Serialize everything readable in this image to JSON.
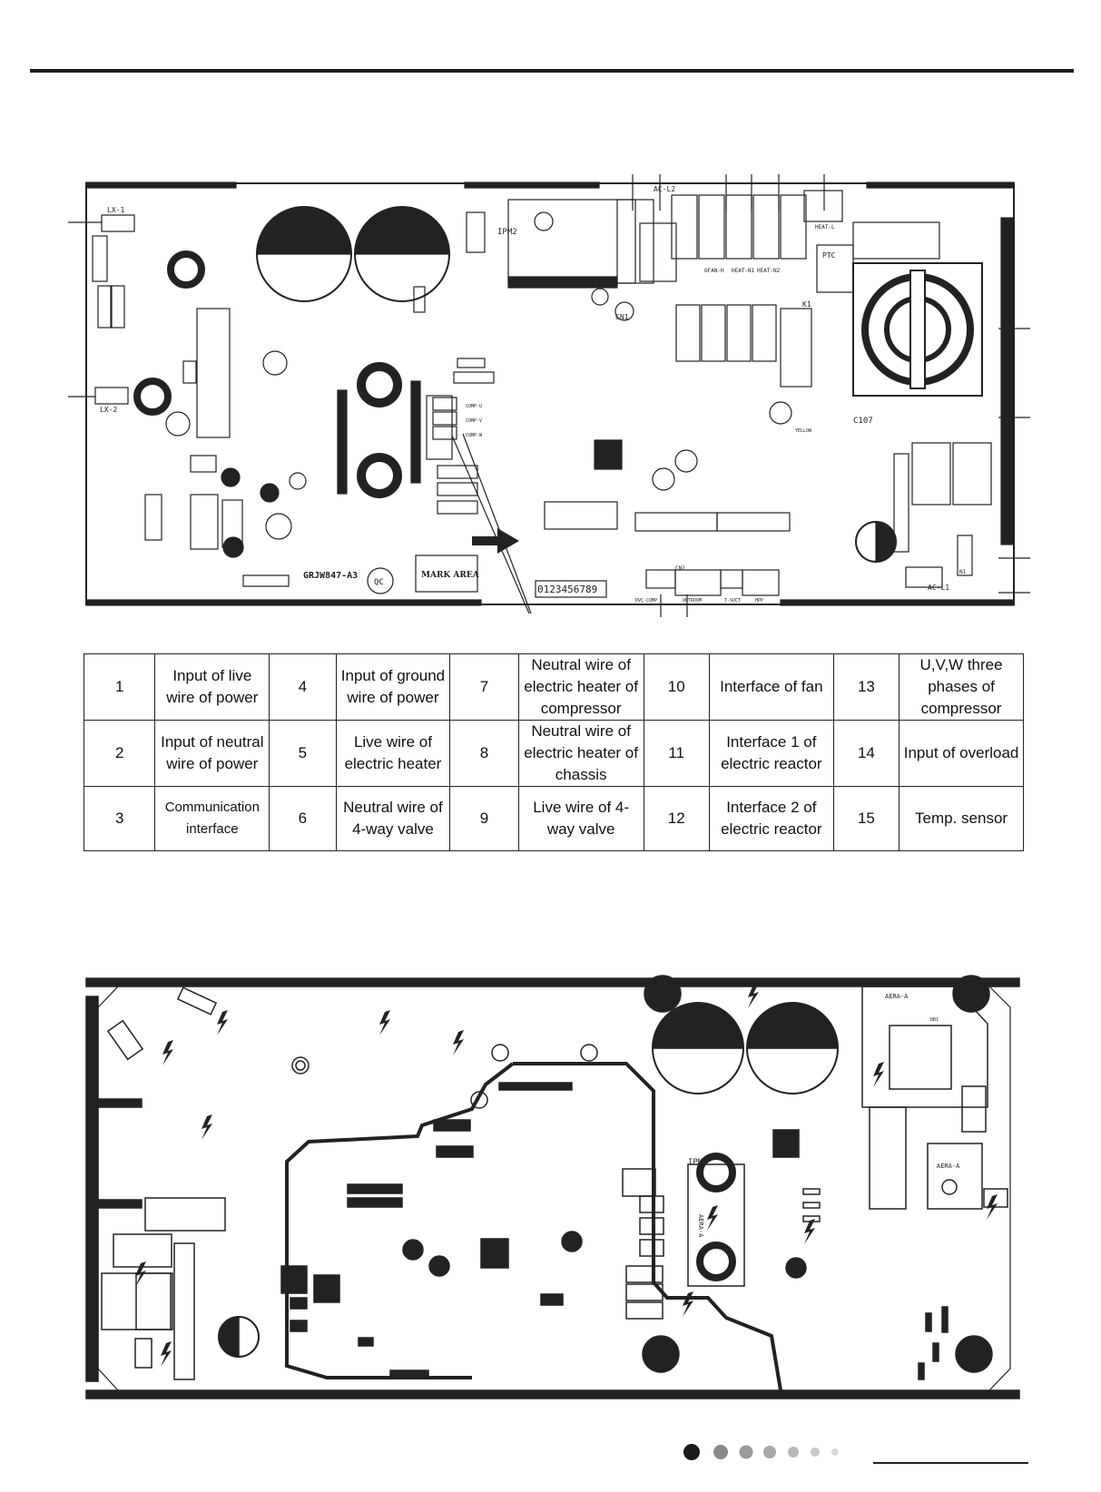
{
  "top_board": {
    "labels": {
      "lx1": "LX-1",
      "lx2": "LX-2",
      "ipm2": "IPM2",
      "model": "GRJW847-A3",
      "qc": "QC",
      "mark_area": "MARK AREA",
      "ac_l1": "AC-L1",
      "ac_l2": "AC-L2",
      "heat_l": "HEAT-L",
      "k1": "K1",
      "cn1": "CN1",
      "cn2": "CN2",
      "c107": "C107",
      "ptc": "PTC",
      "n1": "N1",
      "digits": "0123456789",
      "dvc_comp": "DVC-COMP",
      "out_room": "OUTROOM",
      "t_suct": "T-SUCT",
      "hpp": "HPP",
      "heat_n1": "HEAT-N1",
      "heat_n2": "HEAT-N2",
      "ofan_h": "OFAN-H",
      "comp_u": "COMP-U",
      "comp_v": "COMP-V",
      "comp_w": "COMP-W",
      "yellow": "YELLOW"
    }
  },
  "legend_table": {
    "rows": [
      [
        {
          "num": "1",
          "desc": "Input of live wire of power"
        },
        {
          "num": "4",
          "desc": "Input of ground wire of power"
        },
        {
          "num": "7",
          "desc": "Neutral wire of electric heater of compressor"
        },
        {
          "num": "10",
          "desc": "Interface of fan"
        },
        {
          "num": "13",
          "desc": "U,V,W three phases of compressor"
        }
      ],
      [
        {
          "num": "2",
          "desc": "Input of neutral wire of power"
        },
        {
          "num": "5",
          "desc": "Live wire of electric heater"
        },
        {
          "num": "8",
          "desc": "Neutral wire of electric heater of chassis"
        },
        {
          "num": "11",
          "desc": "Interface 1 of electric reactor"
        },
        {
          "num": "14",
          "desc": "Input of overload"
        }
      ],
      [
        {
          "num": "3",
          "desc": "Communication interface"
        },
        {
          "num": "6",
          "desc": "Neutral wire of 4-way valve"
        },
        {
          "num": "9",
          "desc": "Live wire of 4-way valve"
        },
        {
          "num": "12",
          "desc": "Interface 2 of electric reactor"
        },
        {
          "num": "15",
          "desc": "Temp. sensor"
        }
      ]
    ]
  },
  "bottom_board": {
    "labels": {
      "aera_a_top": "AERA-A",
      "aera_a_right": "AERA-A",
      "aera_a_ipm": "AERA-A",
      "ipm": "IPM",
      "db1": "DB1"
    }
  }
}
